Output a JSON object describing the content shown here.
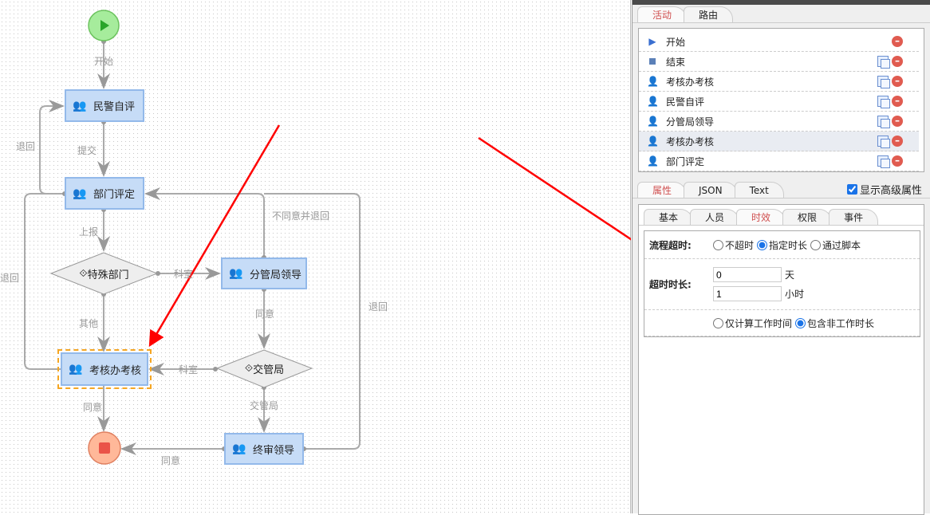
{
  "diagram": {
    "nodes": {
      "n1": "民警自评",
      "n2": "部门评定",
      "d1": "特殊部门",
      "n3": "分管局领导",
      "n4": "考核办考核",
      "d2": "交管局",
      "n5": "终审领导"
    },
    "edges": {
      "e_start": "开始",
      "e_submit": "提交",
      "e_back1": "退回",
      "e_report": "上报",
      "e_back2": "退回",
      "e_keshi1": "科室",
      "e_disagree": "不同意并退回",
      "e_other": "其他",
      "e_agree1": "同意",
      "e_back3": "退回",
      "e_keshi2": "科室",
      "e_jgj": "交管局",
      "e_agree2": "同意",
      "e_agree3": "同意"
    }
  },
  "panel": {
    "top_tabs": [
      "活动",
      "路由"
    ],
    "activities": [
      {
        "label": "开始",
        "icon": "play-icon"
      },
      {
        "label": "结束",
        "icon": "stop-icon"
      },
      {
        "label": "考核办考核",
        "icon": "user-icon"
      },
      {
        "label": "民警自评",
        "icon": "user-icon"
      },
      {
        "label": "分管局领导",
        "icon": "user-icon"
      },
      {
        "label": "考核办考核",
        "icon": "user-icon"
      },
      {
        "label": "部门评定",
        "icon": "user-icon"
      }
    ],
    "prop_tabs": [
      "属性",
      "JSON",
      "Text"
    ],
    "show_advanced": "显示高级属性",
    "inner_tabs": [
      "基本",
      "人员",
      "时效",
      "权限",
      "事件"
    ],
    "form": {
      "timeout_label": "流程超时:",
      "timeout_options": [
        "不超时",
        "指定时长",
        "通过脚本"
      ],
      "duration_label": "超时时长:",
      "days_value": "0",
      "days_unit": "天",
      "hours_value": "1",
      "hours_unit": "小时",
      "calc_options": [
        "仅计算工作时间",
        "包含非工作时长"
      ]
    }
  },
  "colors": {
    "accent": "#d05050",
    "node_fill": "#c6dcf7",
    "selected": "#f5a623",
    "annotation": "#ff0000"
  }
}
